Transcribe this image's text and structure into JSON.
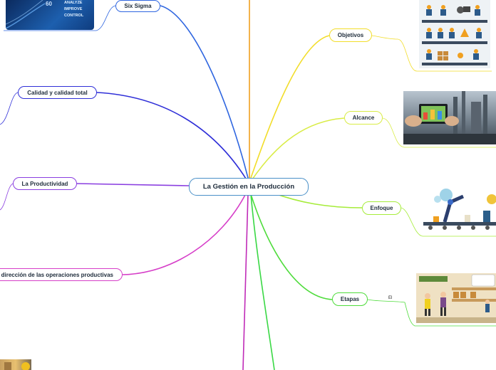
{
  "central": {
    "label": "La Gestión en la Producción"
  },
  "left_nodes": {
    "six_sigma": "Six Sigma",
    "calidad": "Calidad y calidad total",
    "productividad": "La Productividad",
    "direccion": "dirección de las operaciones productivas"
  },
  "right_nodes": {
    "objetivos": "Objetivos",
    "alcance": "Alcance",
    "enfoque": "Enfoque",
    "etapas": "Etapas"
  },
  "etapas_note": "El",
  "image_texts": {
    "six_sigma_image": [
      "ANALYZE",
      "IMPROVE",
      "CONTROL"
    ],
    "six_sigma_number": "60"
  },
  "colors": {
    "six_sigma": "#2f66e0",
    "calidad": "#2f2fd8",
    "productividad": "#8a3ee0",
    "direccion": "#d63ec8",
    "objetivos": "#f2dd2a",
    "alcance": "#d9ec45",
    "enfoque": "#a6ec3a",
    "etapas": "#4fdc3c",
    "top_orange": "#f0a020",
    "bottom_magenta": "#c02bb8",
    "bottom_green": "#3ad845"
  }
}
